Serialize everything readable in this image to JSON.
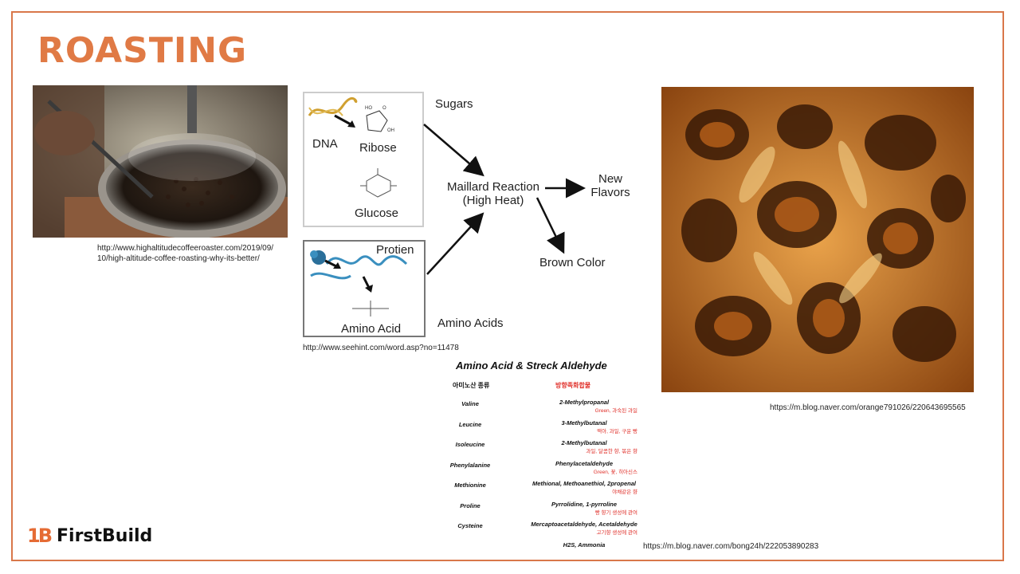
{
  "slide": {
    "title": "ROASTING",
    "logo_mark": "1B",
    "logo_text": "FirstBuild"
  },
  "credits": {
    "roaster_line1": "http://www.highaltitudecoffeeroaster.com/2019/09/",
    "roaster_line2": "10/high-altitude-coffee-roasting-why-its-better/",
    "diagram": "http://www.seehint.com/word.asp?no=11478",
    "sponge": "https://m.blog.naver.com/orange791026/220643695565",
    "table": "https://m.blog.naver.com/bong24h/222053890283"
  },
  "diagram": {
    "dna": "DNA",
    "ribose": "Ribose",
    "glucose": "Glucose",
    "sugars": "Sugars",
    "protein": "Protien",
    "amino_acid": "Amino Acid",
    "amino_acids": "Amino Acids",
    "maillard_line1": "Maillard Reaction",
    "maillard_line2": "(High Heat)",
    "new_flavors_line1": "New",
    "new_flavors_line2": "Flavors",
    "brown_color": "Brown Color"
  },
  "table": {
    "title": "Amino Acid & Streck Aldehyde",
    "col_amino": "아미노산 종류",
    "col_aroma": "방향족화합물",
    "rows": [
      {
        "amino": "Valine",
        "aldehyde": "2-Methylpropanal",
        "flavor": "Green, 과숙된 과일"
      },
      {
        "amino": "Leucine",
        "aldehyde": "3-Methylbutanal",
        "flavor": "맥아, 과일, 구운 빵"
      },
      {
        "amino": "Isoleucine",
        "aldehyde": "2-Methylbutanal",
        "flavor": "과일, 달콤한 향, 볶은 향"
      },
      {
        "amino": "Phenylalanine",
        "aldehyde": "Phenylacetaldehyde",
        "flavor": "Green, 꽃, 히아신스"
      },
      {
        "amino": "Methionine",
        "aldehyde": "Methional, Methoanethiol, 2propenal",
        "flavor": "야채같은 향"
      },
      {
        "amino": "Proline",
        "aldehyde": "Pyrrolidine, 1-pyrroline",
        "flavor": "빵 향기 생성에 관여"
      },
      {
        "amino": "Cysteine",
        "aldehyde": "Mercaptoacetaldehyde, Acetaldehyde",
        "flavor": "고기향 생성에 관여"
      },
      {
        "amino": "",
        "aldehyde": "H2S, Ammonia",
        "flavor": ""
      }
    ]
  },
  "colors": {
    "accent": "#e07a45",
    "frame": "#d9774a",
    "flavor_text": "#e0302a"
  }
}
